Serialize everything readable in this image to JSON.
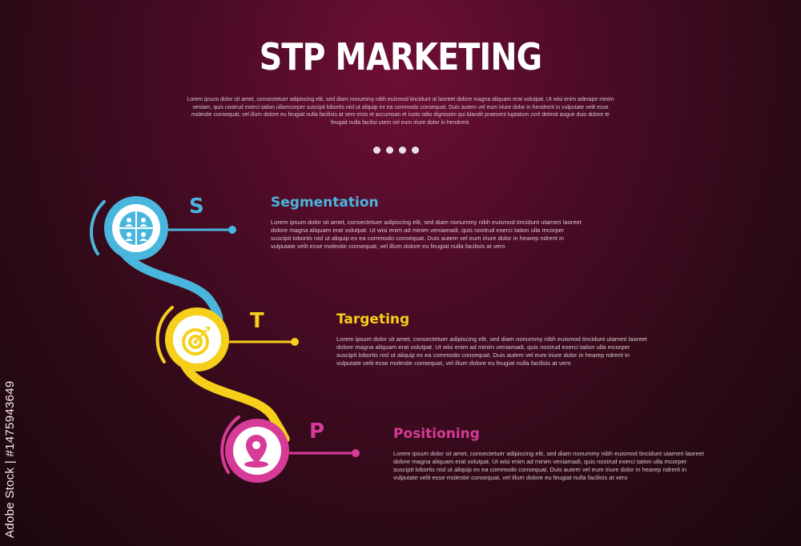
{
  "title": "STP MARKETING",
  "intro": "Lorem ipsum dolor sit amet, consectetuer adipiscing elit, sed diam nonummy nibh euismod tincidunt ut laoreet dolore magna aliquam erat volutpat. Ut wisi enim aderape minim veniam, quis nostrud exerci tation ullamcorper suscipit lobortis nisl ut aliquip ex ea commodo consequat. Duis autem vel eum iriure dolor in hendrerit in vulputate velit esse molestie consequat, vel illum dolore eu feugiat nulla facilisis at vero eros et accumsan et iusto odio dignissim qui blandit praesent luptatum zzril delenit augue duis dolore te feugait nulla facilisi utem vel eum iriure dolor in hendrerit.",
  "steps": [
    {
      "letter": "S",
      "title": "Segmentation",
      "icon": "pie-chart-users-icon",
      "color": "#49b6de",
      "body": "Lorem ipsum dolor sit amet, consectetuer adipiscing elit, sed diam nonummy nibh euismod tincidunt utameri laoreet dolore magna aliquam erat volutpat. Ut wisi enim ad minim veniamadi, quis nostrud exerci tation ulla mcorper suscipit lobortis nisl ut aliquip ex ea commodo consequat. Duis autem vel eum iriure dolor in hearep ndrerit in vulputate velit esse molestie consequat, vel illum dolore eu feugiat nulla facilisis at vero"
    },
    {
      "letter": "T",
      "title": "Targeting",
      "icon": "target-arrow-icon",
      "color": "#f6cf1a",
      "body": "Lorem ipsum dolor sit amet, consectetuer adipiscing elit, sed diam nonummy nibh euismod tincidunt utameri laoreet dolore magna aliquam erat volutpat. Ut wisi enim ad minim veniamadi, quis nostrud exerci tation ulla mcorper suscipit lobortis nisl ut aliquip ex ea commodo consequat. Duis autem vel eum iriure dolor in hearep ndrerit in vulputate velit esse molestie consequat, vel illum dolore eu feugiat nulla facilisis at vero"
    },
    {
      "letter": "P",
      "title": "Positioning",
      "icon": "location-pin-icon",
      "color": "#d63b97",
      "body": "Lorem ipsum dolor sit amet, consectetuer adipiscing elit, sed diam nonummy nibh euismod tincidunt utameri laoreet dolore magna aliquam erat volutpat. Ut wisi enim ad minim veniamadi, quis nostrud exerci tation ulla mcorper suscipit lobortis nisl ut aliquip ex ea commodo consequat. Duis autem vel eum iriure dolor in hearep ndrerit in vulputate velit esse molestie consequat, vel illum dolore eu feugiat nulla facilisis at vero"
    }
  ],
  "watermark": "Adobe Stock | #1475943649"
}
